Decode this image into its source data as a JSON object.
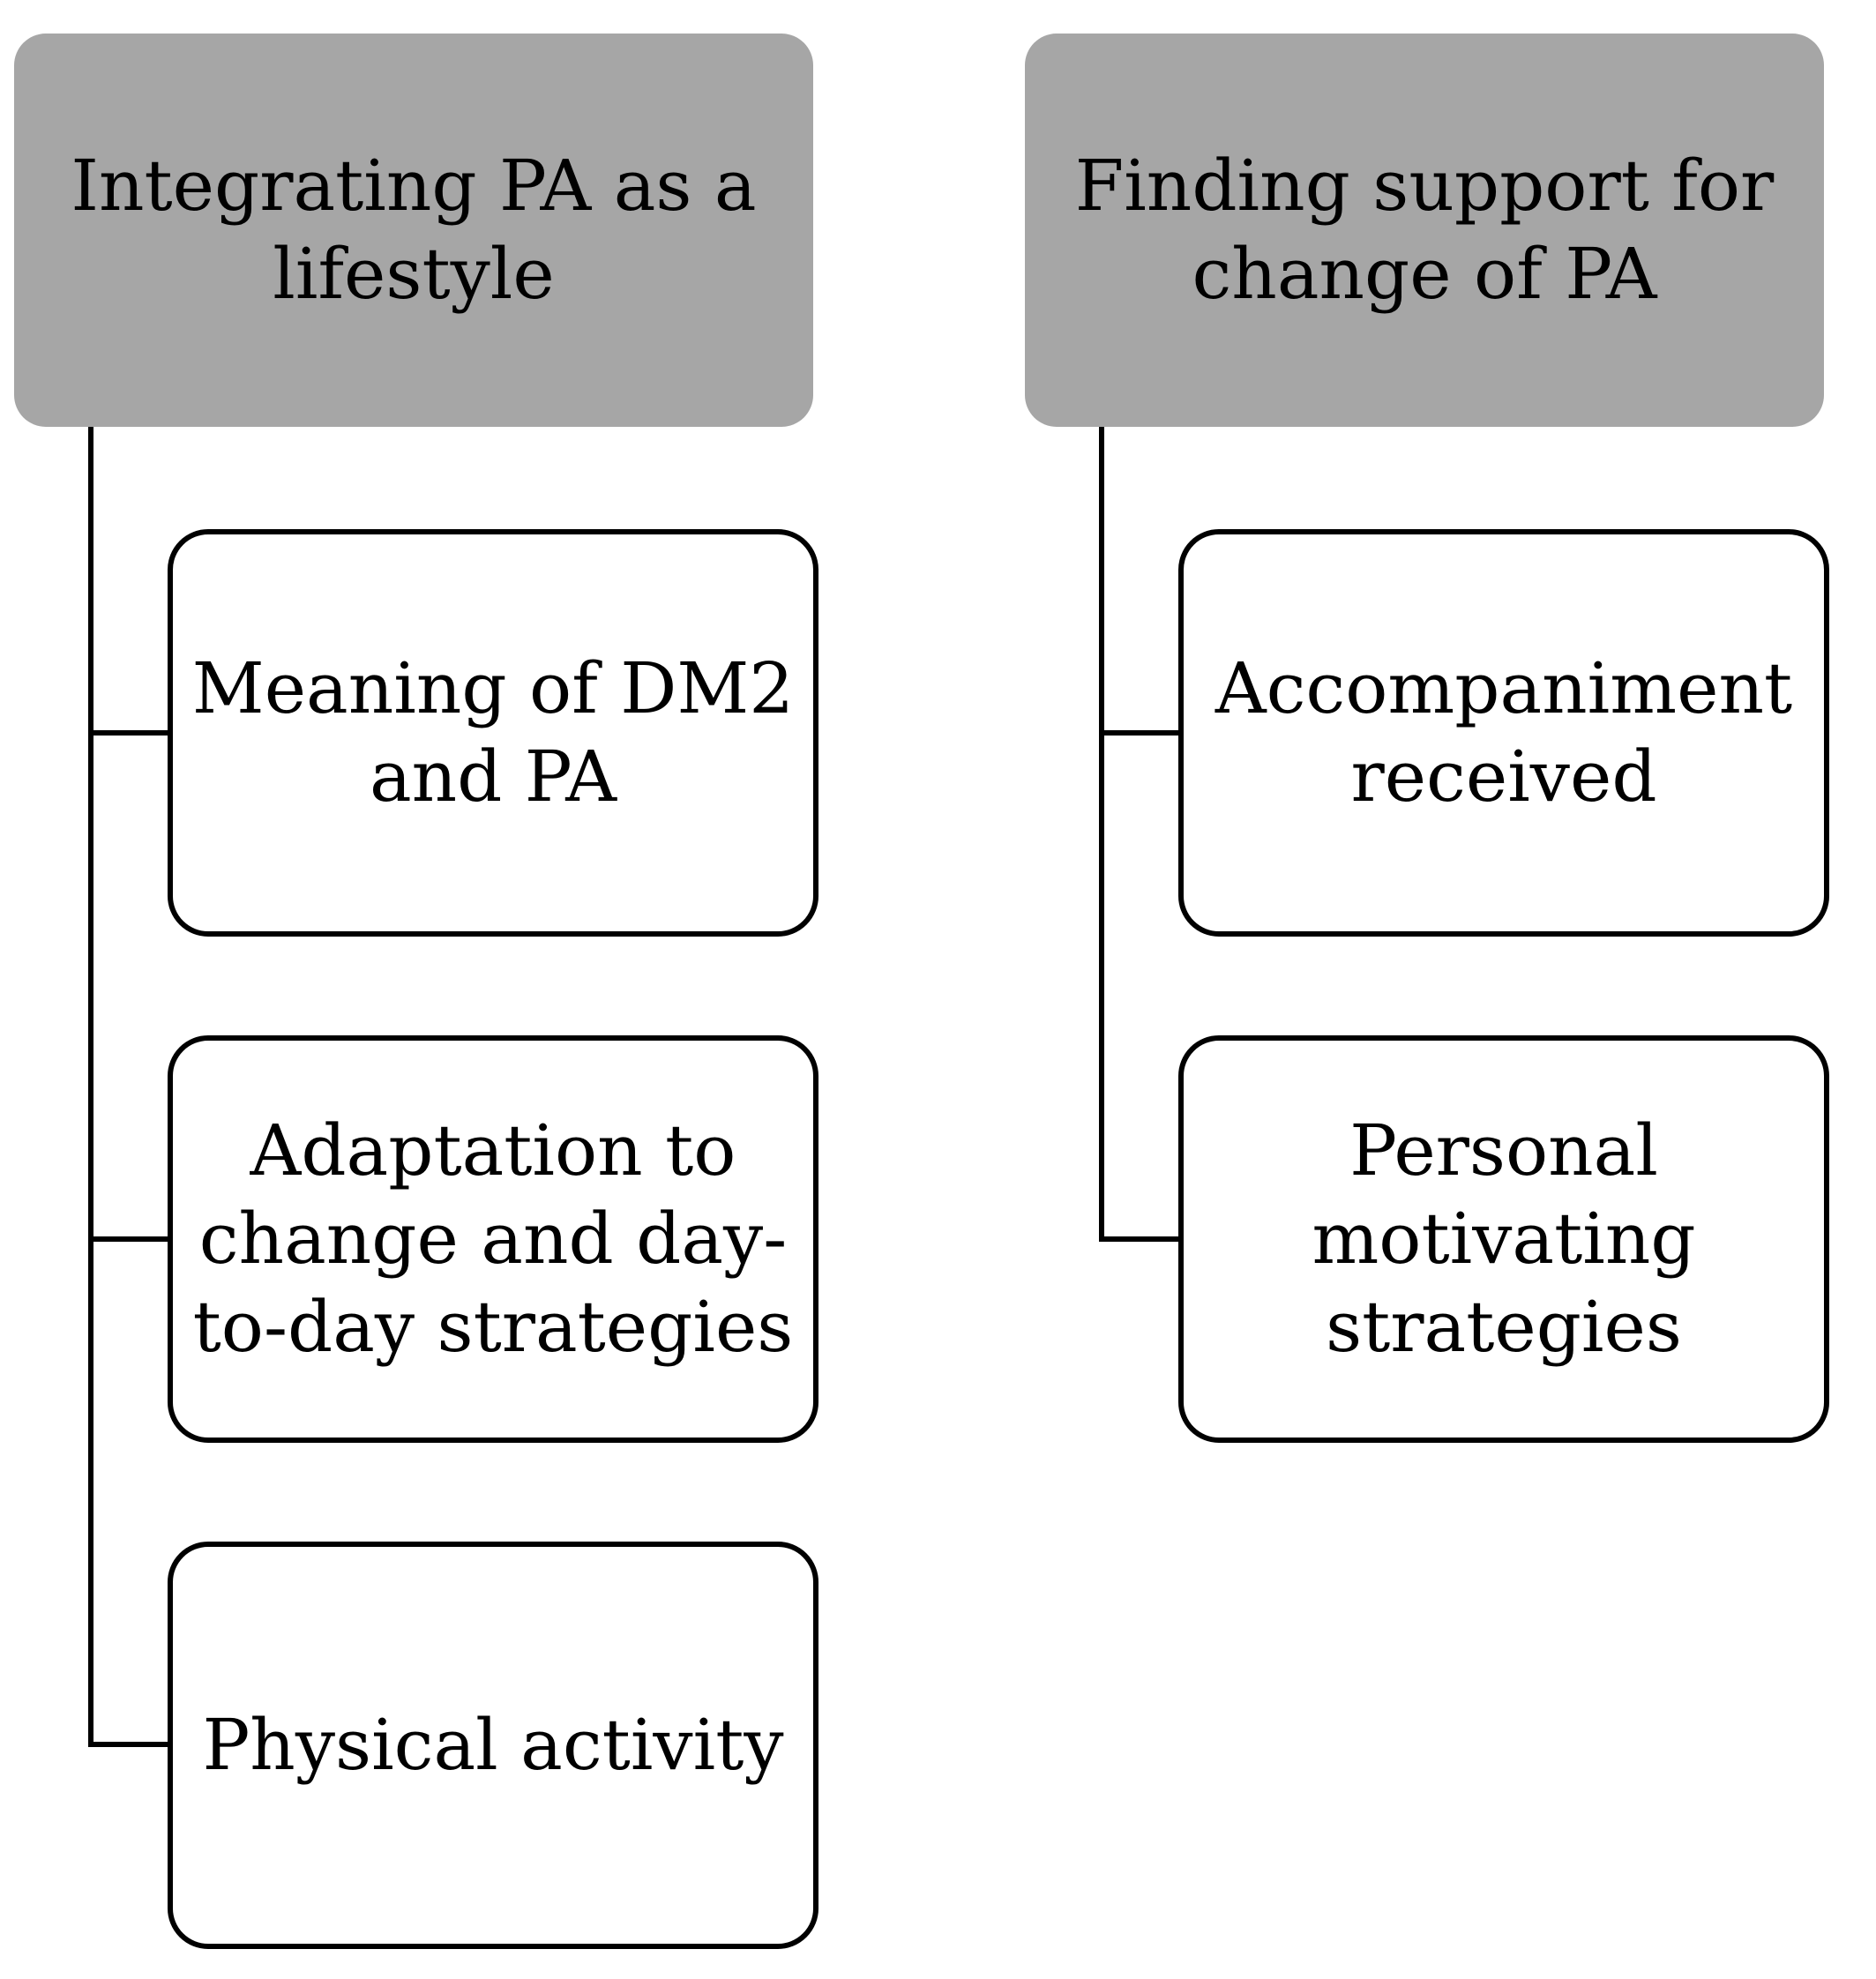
{
  "groups": [
    {
      "header": "Integrating PA as a lifestyle",
      "items": [
        "Meaning of DM2 and PA",
        "Adaptation to change and day-to-day strategies",
        "Physical activity"
      ]
    },
    {
      "header": "Finding support for change of PA",
      "items": [
        "Accompaniment received",
        "Personal motivating strategies"
      ]
    }
  ],
  "colors": {
    "header_fill": "#a6a6a6",
    "box_border": "#000000",
    "line": "#000000"
  }
}
